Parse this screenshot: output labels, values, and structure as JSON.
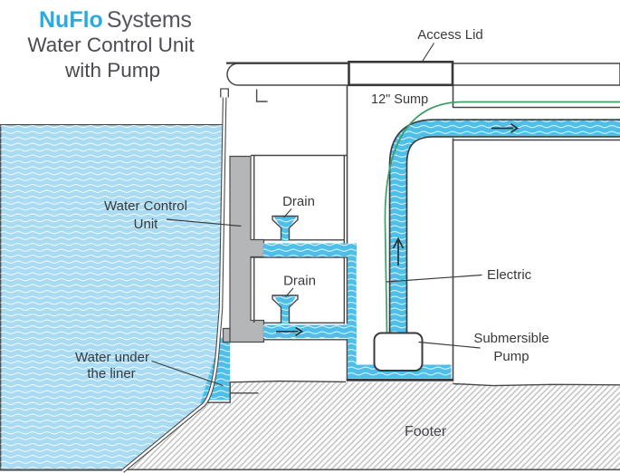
{
  "logo": {
    "brand": "NuFlo",
    "suffix": "Systems"
  },
  "title": {
    "line1": "Water Control Unit",
    "line2": "with Pump"
  },
  "labels": {
    "access_lid": "Access Lid",
    "sump": "12\" Sump",
    "water_control_unit_line1": "Water Control",
    "water_control_unit_line2": "Unit",
    "drain_upper": "Drain",
    "drain_lower": "Drain",
    "electric": "Electric",
    "submersible_pump_line1": "Submersible",
    "submersible_pump_line2": "Pump",
    "water_under_liner_line1": "Water under",
    "water_under_liner_line2": "the liner",
    "footer": "Footer"
  },
  "colors": {
    "brand_blue": "#29abe2",
    "pool_water": "#a9dbf2",
    "pipe_water": "#4dbfe9",
    "electric_green": "#3e9e63",
    "unit_gray": "#b5b6b8",
    "outline": "#47474a"
  }
}
